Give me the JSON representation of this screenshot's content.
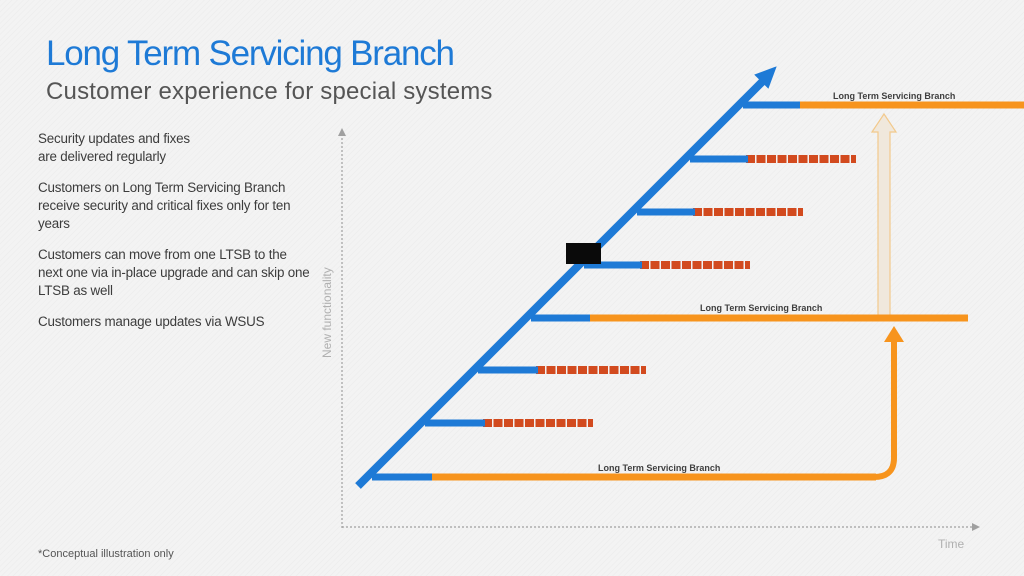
{
  "title": "Long Term Servicing Branch",
  "subtitle": "Customer experience for special systems",
  "bullets": [
    "Security updates and fixes\nare delivered regularly",
    "Customers on Long Term Servicing Branch receive security and critical fixes only for ten years",
    "Customers can move from one LTSB to the next one via in-place upgrade and can skip one LTSB as well",
    "Customers manage updates via WSUS"
  ],
  "footnote": "*Conceptual illustration only",
  "diagram": {
    "y_axis_label": "New functionality",
    "x_axis_label": "Time",
    "ltsb_labels": [
      "Long Term Servicing Branch",
      "Long Term Servicing Branch",
      "Long Term Servicing Branch"
    ],
    "colors": {
      "trunk": "#1e7ad6",
      "ltsb": "#f7941d",
      "short_branch": "#d24a1e",
      "upgrade_path": "#f7941d",
      "axis": "#a0a0a0"
    }
  }
}
